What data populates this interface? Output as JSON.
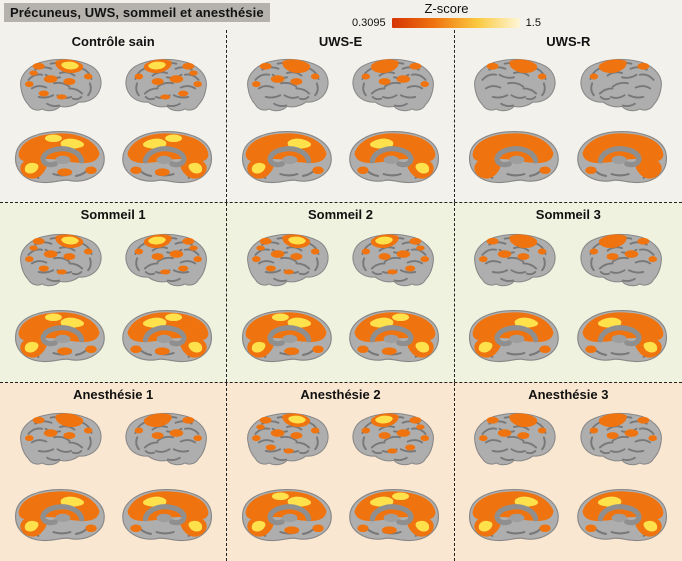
{
  "title": "Précuneus, UWS, sommeil et anesthésie",
  "colorbar": {
    "label": "Z-score",
    "min": "0.3095",
    "max": "1.5",
    "gradient": [
      "#d63505",
      "#ef7410",
      "#fbc93e",
      "#fdf6d8"
    ]
  },
  "rows": [
    {
      "name": "row-controle-uws",
      "background": "#f3f1ec",
      "panels": [
        {
          "label": "Contrôle sain",
          "activation": "high"
        },
        {
          "label": "UWS-E",
          "activation": "medium"
        },
        {
          "label": "UWS-R",
          "activation": "low"
        }
      ]
    },
    {
      "name": "row-sommeil",
      "background": "#eef2df",
      "panels": [
        {
          "label": "Sommeil 1",
          "activation": "high"
        },
        {
          "label": "Sommeil 2",
          "activation": "high"
        },
        {
          "label": "Sommeil 3",
          "activation": "medium"
        }
      ]
    },
    {
      "name": "row-anesthesie",
      "background": "#fae7d2",
      "panels": [
        {
          "label": "Anesthésie 1",
          "activation": "medium"
        },
        {
          "label": "Anesthésie 2",
          "activation": "high"
        },
        {
          "label": "Anesthésie 3",
          "activation": "medium"
        }
      ]
    }
  ],
  "brain_views": [
    "lateral-left",
    "lateral-right",
    "medial-left",
    "medial-right"
  ]
}
